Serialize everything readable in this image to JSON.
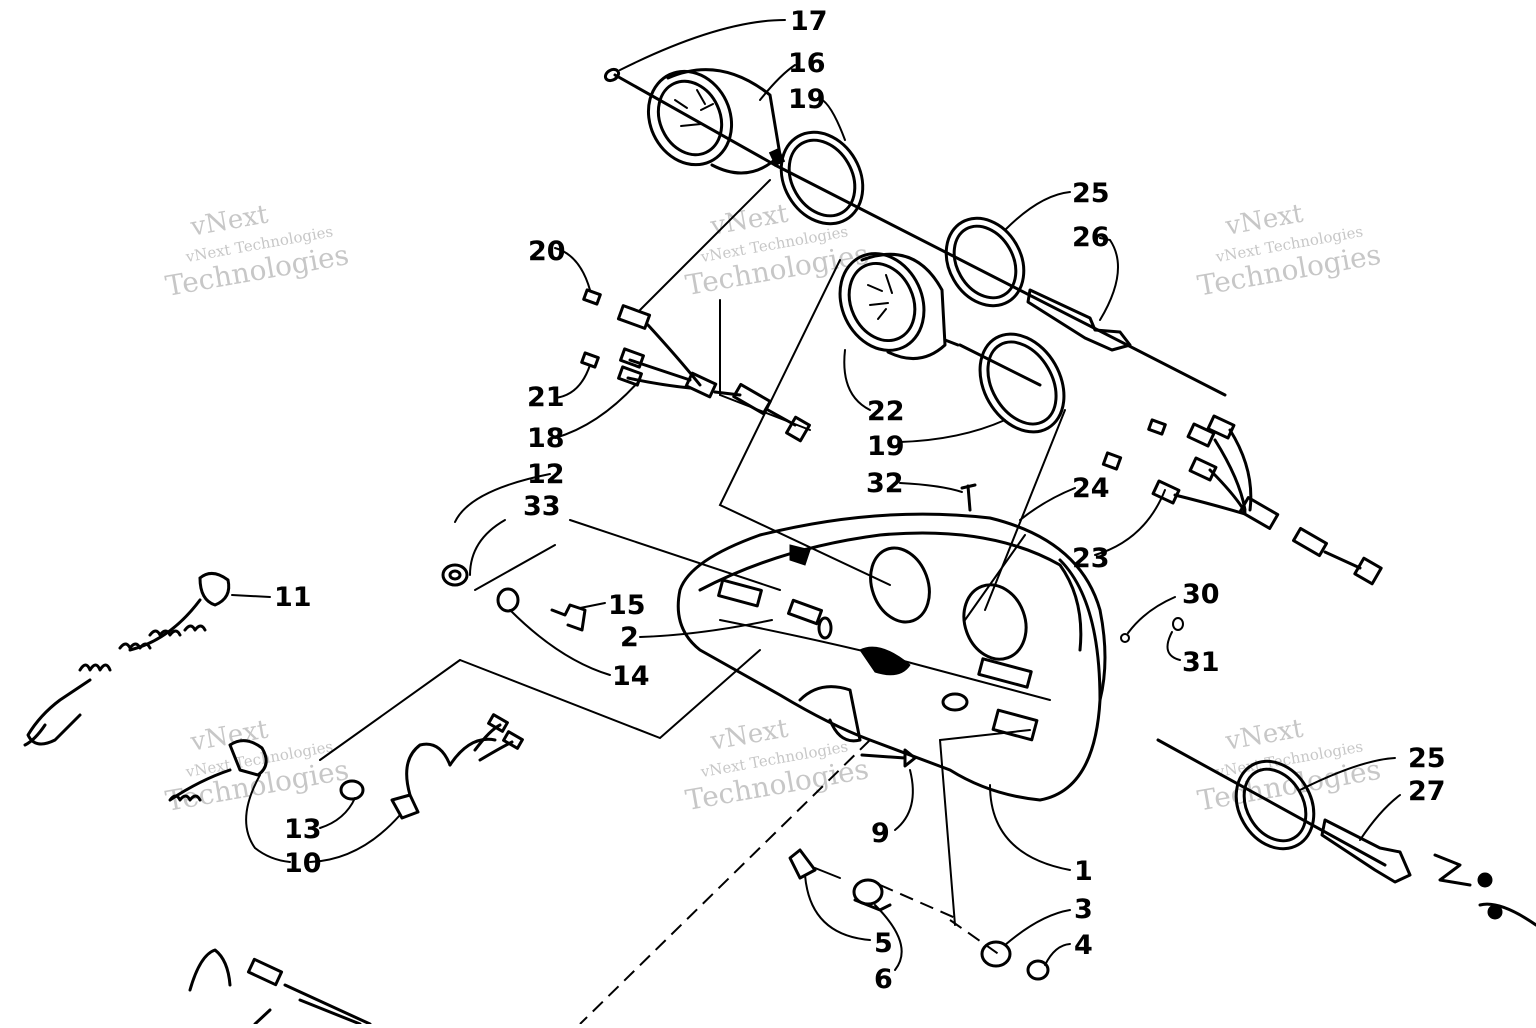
{
  "watermark": {
    "line1": "vNext",
    "line2": "vNext Technologies",
    "line3": "Technologies"
  },
  "callouts": [
    "17",
    "16",
    "19",
    "25",
    "26",
    "20",
    "21",
    "18",
    "22",
    "19",
    "12",
    "33",
    "32",
    "24",
    "11",
    "15",
    "2",
    "14",
    "23",
    "30",
    "31",
    "13",
    "10",
    "9",
    "1",
    "25",
    "27",
    "3",
    "5",
    "4",
    "6"
  ]
}
